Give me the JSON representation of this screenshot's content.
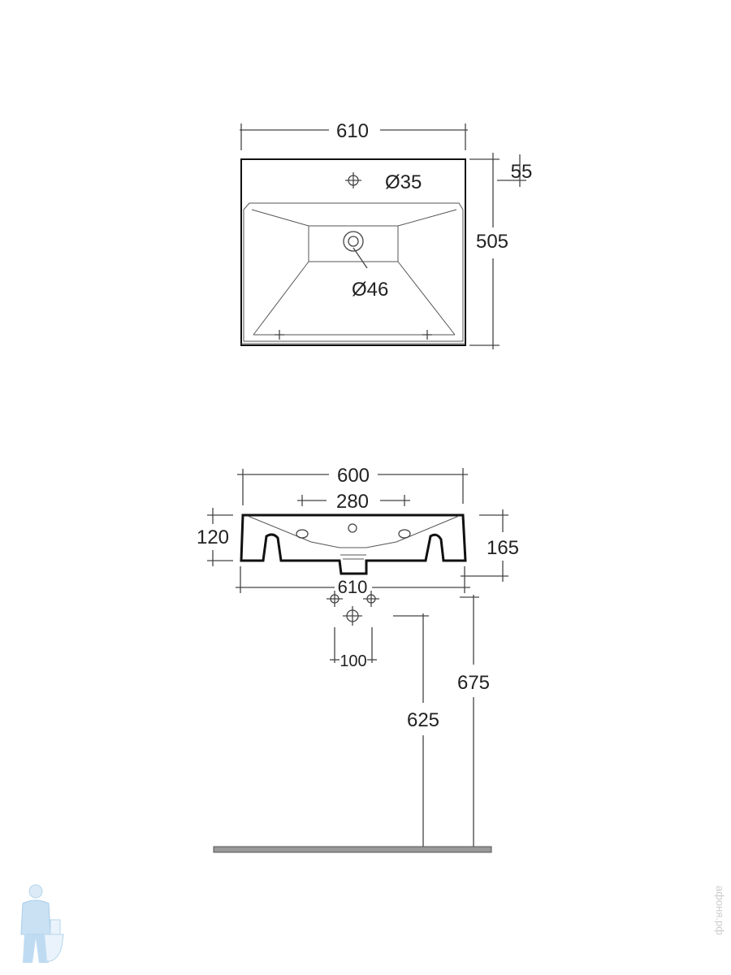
{
  "top_view": {
    "width_label": "610",
    "depth_label": "505",
    "tap_offset_label": "55",
    "tap_hole_label": "Ø35",
    "waste_hole_label": "Ø46"
  },
  "front_view": {
    "overall_width_label": "600",
    "tap_holes_spacing_label": "280",
    "front_height_label": "120",
    "total_height_label": "165",
    "bottom_width_label": "610",
    "supply_spacing_label": "100",
    "waste_height_label": "625",
    "top_height_label": "675"
  },
  "watermark": "афоня.рф"
}
